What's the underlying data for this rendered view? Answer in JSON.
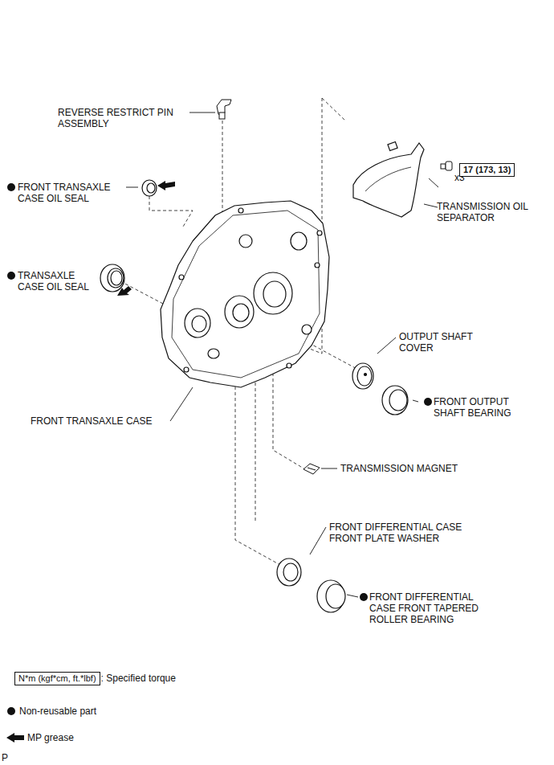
{
  "diagram": {
    "nodes": [
      {
        "text": [
          "17 (173, 13)"
        ]
      },
      {
        "text": [
          "N*m (kgf*cm, ft.*lbf)"
        ]
      }
    ],
    "labels": [
      "REVERSE RESTRICT PIN ASSEMBLY",
      "FRONT TRANSAXLE CASE OIL SEAL",
      "TRANSAXLE CASE OIL SEAL",
      "x3",
      "TRANSMISSION OIL SEPARATOR",
      "OUTPUT SHAFT COVER",
      "FRONT OUTPUT SHAFT BEARING",
      "FRONT TRANSAXLE CASE",
      "TRANSMISSION MAGNET",
      "FRONT DIFFERENTIAL CASE FRONT PLATE WASHER",
      "FRONT DIFFERENTIAL CASE FRONT TAPERED ROLLER BEARING",
      "P"
    ],
    "legend": [
      {
        "text": ": Specified torque"
      },
      {
        "text": "Non-reusable part"
      },
      {
        "text": "MP grease"
      }
    ]
  }
}
